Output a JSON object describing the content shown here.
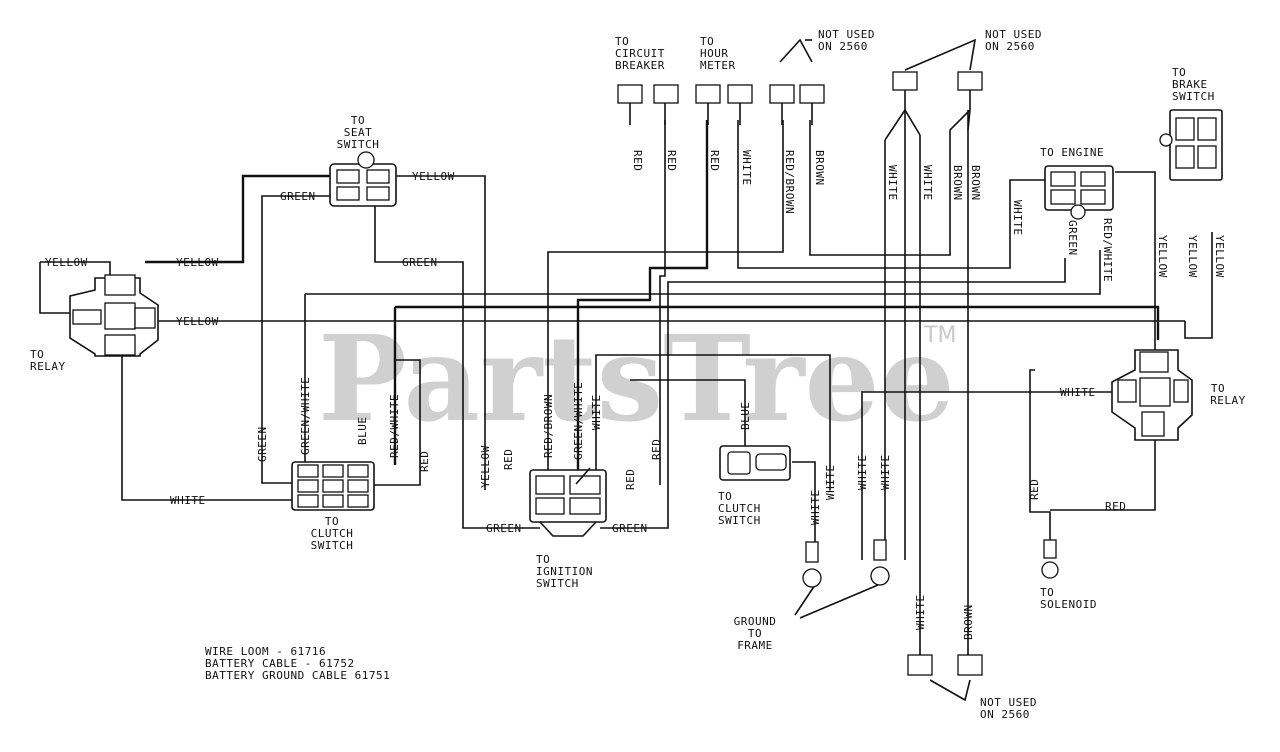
{
  "watermark": {
    "brand": "PartsTree",
    "tm": "TM"
  },
  "connector_labels": {
    "seat_switch": [
      "TO",
      "SEAT",
      "SWITCH"
    ],
    "relay_left": [
      "TO",
      "RELAY"
    ],
    "relay_right": [
      "TO",
      "RELAY"
    ],
    "clutch_switch_left": [
      "TO",
      "CLUTCH",
      "SWITCH"
    ],
    "ignition_switch": [
      "TO",
      "IGNITION",
      "SWITCH"
    ],
    "clutch_switch_mid": [
      "TO",
      "CLUTCH",
      "SWITCH"
    ],
    "engine": "TO ENGINE",
    "brake_switch": [
      "TO",
      "BRAKE",
      "SWITCH"
    ],
    "circuit_breaker": [
      "TO",
      "CIRCUIT",
      "BREAKER"
    ],
    "hour_meter": [
      "TO",
      "HOUR",
      "METER"
    ],
    "not_used_1": [
      "NOT USED",
      "ON 2560"
    ],
    "not_used_2": [
      "NOT USED",
      "ON 2560"
    ],
    "not_used_3": [
      "NOT USED",
      "ON 2560"
    ],
    "ground": [
      "GROUND",
      "TO",
      "FRAME"
    ],
    "solenoid": [
      "TO",
      "SOLENOID"
    ]
  },
  "wire_labels": {
    "yellow": "YELLOW",
    "green": "GREEN",
    "white": "WHITE",
    "red": "RED",
    "blue": "BLUE",
    "brown": "BROWN",
    "green_white": "GREEN/WHITE",
    "red_white": "RED/WHITE",
    "red_brown": "RED/BROWN"
  },
  "parts_legend": [
    "WIRE LOOM - 61716",
    "BATTERY CABLE - 61752",
    "BATTERY GROUND CABLE   61751"
  ],
  "colors": {
    "line": "#111111",
    "watermark": "#c8c8c8",
    "background": "#ffffff"
  }
}
